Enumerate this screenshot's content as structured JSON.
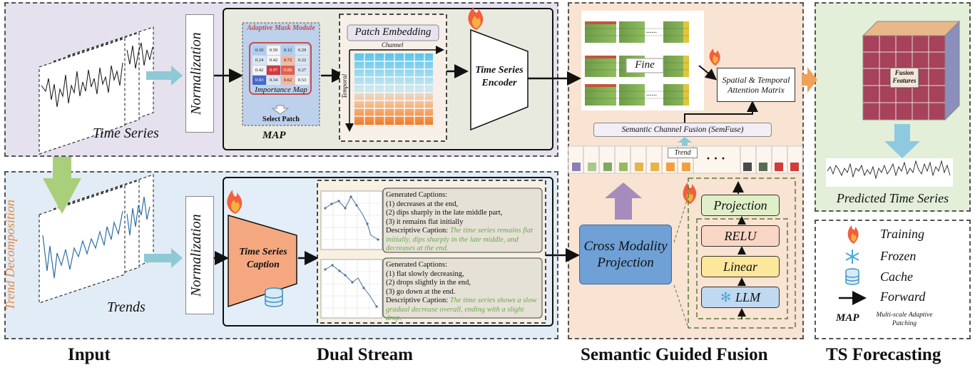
{
  "sections": {
    "input": "Input",
    "dual_stream": "Dual Stream",
    "semantic_fusion": "Semantic Guided Fusion",
    "ts_forecasting": "TS Forecasting"
  },
  "input": {
    "time_series": "Time Series",
    "trends": "Trends",
    "trend_decomposition": "Trend Decomposition"
  },
  "dual": {
    "normalization_top": "Normalization",
    "normalization_bottom": "Normalization",
    "map": {
      "title": "Adaptive Mask Module",
      "importance_map": "Importance Map",
      "select_patch": "Select Patch",
      "label": "MAP",
      "grid": [
        [
          "0.10",
          "0.50",
          "0.12",
          "0.29"
        ],
        [
          "0.24",
          "0.42",
          "0.72",
          "0.22"
        ],
        [
          "0.42",
          "0.97",
          "0.88",
          "0.27"
        ],
        [
          "0.83",
          "0.34",
          "0.62",
          "0.53"
        ]
      ]
    },
    "patch_embedding": "Patch Embedding",
    "channel": "Channel",
    "temporal": "Temporal",
    "encoder": "Time Series Encoder",
    "caption_module": "Time Series Caption",
    "captions": [
      {
        "generated_header": "Generated Captions:",
        "lines": [
          "(1) decreases at the end,",
          "(2) dips sharply in the late middle part,",
          "(3) it remains flat initially"
        ],
        "desc_label": "Descriptive Caption:",
        "desc_text": "The time series remains flat initially, dips sharply in the late middle, and decreases at the end."
      },
      {
        "generated_header": "Generated Captions:",
        "lines": [
          "(1) flat slowly decreasing,",
          "(2) drops slightly in the end,",
          "(3) go down at the end."
        ],
        "desc_label": "Descriptive Caption:",
        "desc_text": "The time series shows a slow gradual decrease overall, ending with a slight drop."
      }
    ]
  },
  "fusion": {
    "fine": "Fine",
    "dots": "......",
    "attention": "Spatial & Temporal Attention Matrix",
    "semfuse": "Semantic Channel Fusion (SemFuse)",
    "trend_tag": "Trend",
    "token_dots": "· · ·",
    "cross_modality": "Cross Modality Projection",
    "projection": "Projection",
    "relu": "RELU",
    "linear": "Linear",
    "llm": "LLM"
  },
  "forecast": {
    "fusion_features": "Fusion Features",
    "predicted": "Predicted Time Series"
  },
  "legend": {
    "training": "Training",
    "frozen": "Frozen",
    "cache": "Cache",
    "forward": "Forward",
    "map_label": "MAP",
    "map_desc": "Multi-scale Adaptive Patching"
  },
  "colors": {
    "input_top_bg": "#e6e1ee",
    "input_bottom_bg": "#e2ecf6",
    "fusion_bg": "#f9e3d2",
    "forecast_bg": "#e3efd9",
    "caption_box": "#f5a880",
    "cross_box": "#6fa0d6",
    "projection_box": "#dff0c8",
    "relu_box": "#f8d5c4",
    "linear_box": "#fde79b",
    "llm_box": "#bfd9f1"
  }
}
